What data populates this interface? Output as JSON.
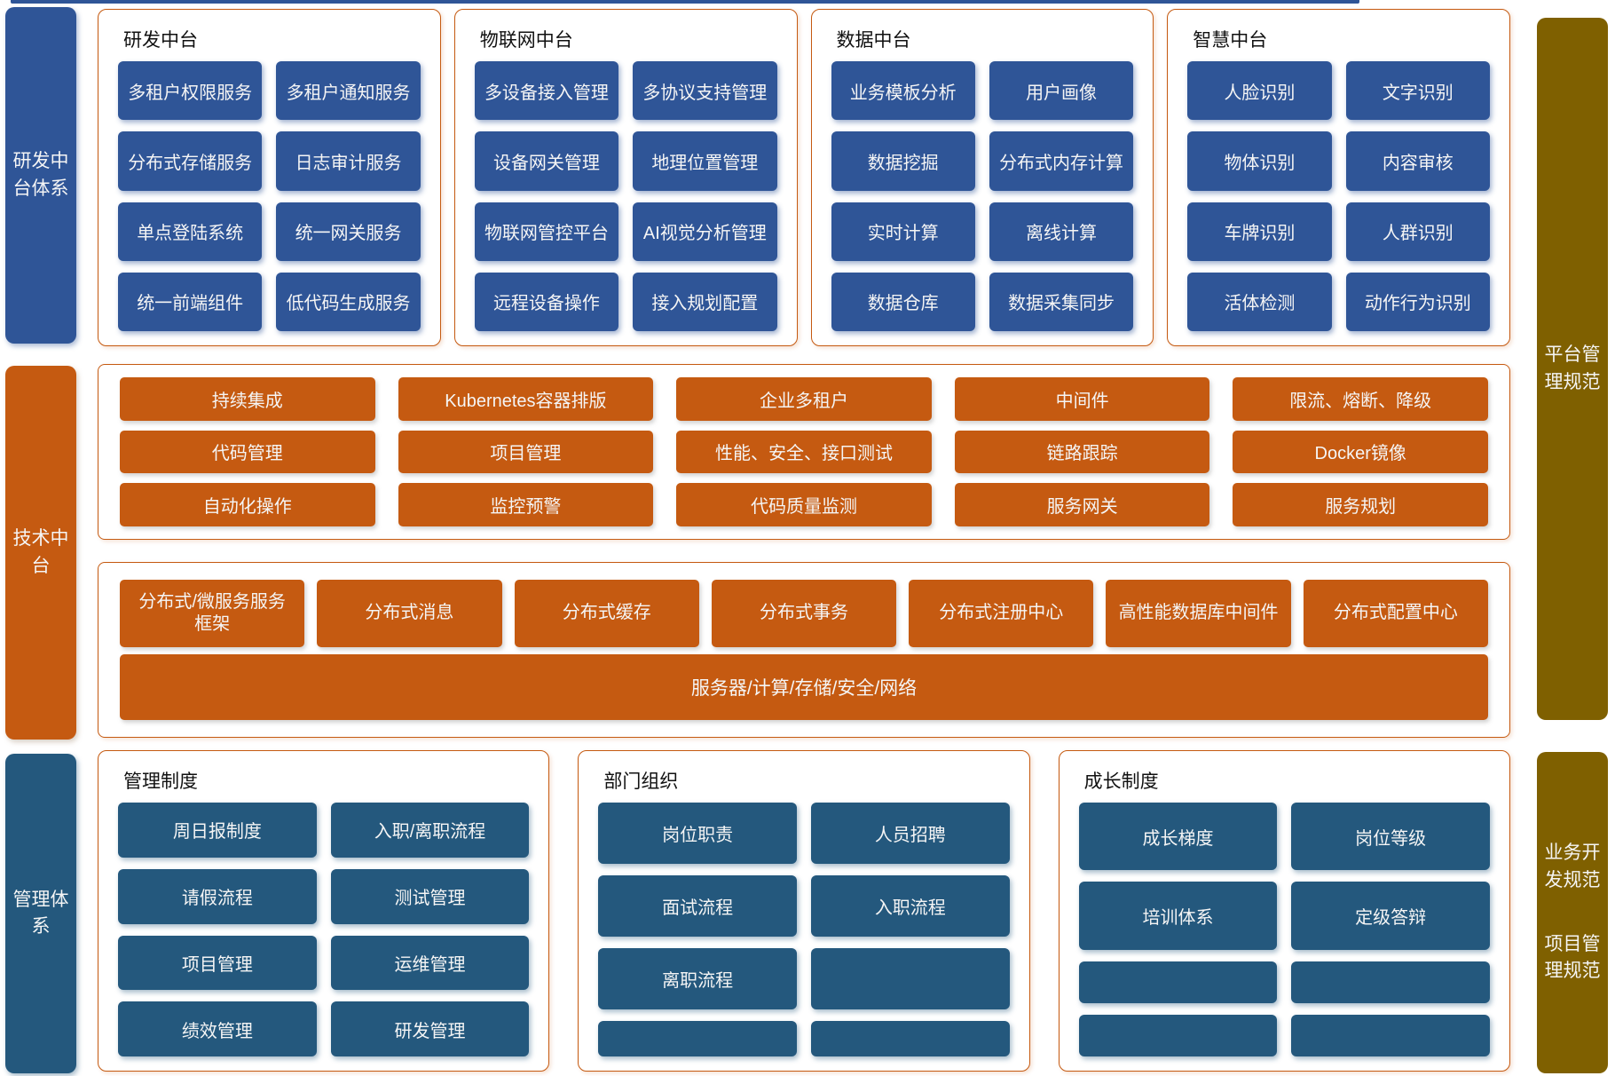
{
  "rails": {
    "dev": "研发中台体系",
    "tech": "技术中台",
    "mgmt": "管理体系",
    "platform": "平台管理规范",
    "biz": "业务开发规范",
    "project": "项目管理规范"
  },
  "top_groups": [
    {
      "title": "研发中台",
      "items": [
        "多租户权限服务",
        "多租户通知服务",
        "分布式存储服务",
        "日志审计服务",
        "单点登陆系统",
        "统一网关服务",
        "统一前端组件",
        "低代码生成服务"
      ]
    },
    {
      "title": "物联网中台",
      "items": [
        "多设备接入管理",
        "多协议支持管理",
        "设备网关管理",
        "地理位置管理",
        "物联网管控平台",
        "AI视觉分析管理",
        "远程设备操作",
        "接入规划配置"
      ]
    },
    {
      "title": "数据中台",
      "items": [
        "业务模板分析",
        "用户画像",
        "数据挖掘",
        "分布式内存计算",
        "实时计算",
        "离线计算",
        "数据仓库",
        "数据采集同步"
      ]
    },
    {
      "title": "智慧中台",
      "items": [
        "人脸识别",
        "文字识别",
        "物体识别",
        "内容审核",
        "车牌识别",
        "人群识别",
        "活体检测",
        "动作行为识别"
      ]
    }
  ],
  "tech_rows": {
    "rows": [
      [
        "持续集成",
        "Kubernetes容器排版",
        "企业多租户",
        "中间件",
        "限流、熔断、降级"
      ],
      [
        "代码管理",
        "项目管理",
        "性能、安全、接口测试",
        "链路跟踪",
        "Docker镜像"
      ],
      [
        "自动化操作",
        "监控预警",
        "代码质量监测",
        "服务网关",
        "服务规划"
      ]
    ]
  },
  "infra": {
    "items": [
      "分布式/微服务服务框架",
      "分布式消息",
      "分布式缓存",
      "分布式事务",
      "分布式注册中心",
      "高性能数据库中间件",
      "分布式配置中心"
    ],
    "base": "服务器/计算/存储/安全/网络"
  },
  "bottom_groups": [
    {
      "title": "管理制度",
      "items": [
        "周日报制度",
        "入职/离职流程",
        "请假流程",
        "测试管理",
        "项目管理",
        "运维管理",
        "绩效管理",
        "研发管理"
      ]
    },
    {
      "title": "部门组织",
      "items": [
        "岗位职责",
        "人员招聘",
        "面试流程",
        "入职流程",
        "离职流程",
        "",
        "",
        ""
      ]
    },
    {
      "title": "成长制度",
      "items": [
        "成长梯度",
        "岗位等级",
        "培训体系",
        "定级答辩",
        "",
        "",
        "",
        ""
      ]
    }
  ],
  "colors": {
    "primary_blue": "#2F5597",
    "dark_blue": "#24587D",
    "orange": "#C55A11",
    "olive": "#7F6000"
  }
}
